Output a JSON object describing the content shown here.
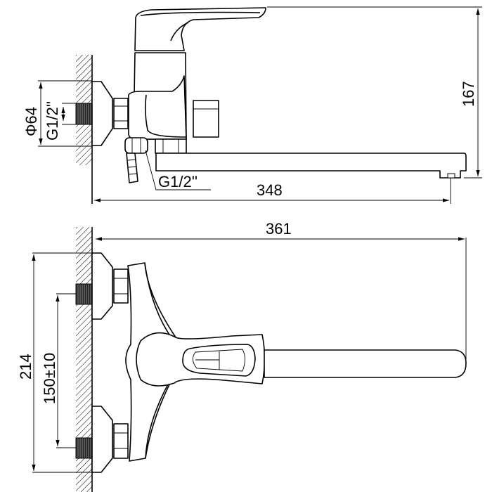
{
  "side_view": {
    "flange_diameter": "Φ64",
    "inlet_thread": "G1/2''",
    "outlet_thread": "G1/2''",
    "projection_length": "348",
    "height": "167"
  },
  "top_view": {
    "total_length": "361",
    "flange_span": "214",
    "inlet_spacing": "150±10"
  }
}
